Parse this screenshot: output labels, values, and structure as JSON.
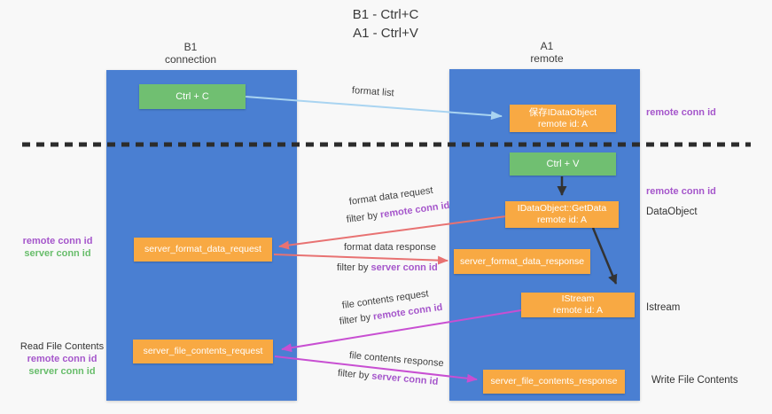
{
  "title": {
    "line1": "B1 - Ctrl+C",
    "line2": "A1 - Ctrl+V"
  },
  "columns": {
    "left": {
      "name": "B1",
      "subtitle": "connection"
    },
    "right": {
      "name": "A1",
      "subtitle": "remote"
    }
  },
  "nodes": {
    "ctrl_c": "Ctrl + C",
    "ctrl_v": "Ctrl + V",
    "save_dataobject": {
      "line1": "保存IDataObject",
      "line2": "remote id: A"
    },
    "getdata": {
      "line1": "IDataObject::GetData",
      "line2": "remote id: A"
    },
    "istream": {
      "line1": "IStream",
      "line2": "remote id: A"
    },
    "server_format_data_request": "server_format_data_request",
    "server_format_data_response": "server_format_data_response",
    "server_file_contents_request": "server_file_contents_request",
    "server_file_contents_response": "server_file_contents_response"
  },
  "labels": {
    "format_list": "format list",
    "format_data_request": "format data request",
    "format_data_response": "format data response",
    "file_contents_request": "file contents request",
    "file_contents_response": "file contents response",
    "filter_by": "filter by ",
    "remote_conn_id": "remote conn id",
    "server_conn_id": "server conn id",
    "dataobject": "DataObject",
    "istream": "Istream",
    "read_file_contents": "Read File Contents",
    "write_file_contents": "Write File Contents"
  },
  "colors": {
    "column_blue": "#4a7fd2",
    "box_green": "#70bf71",
    "box_orange": "#f8a943",
    "arrow_blue": "#a9d4f1",
    "arrow_red": "#e87272",
    "arrow_magenta": "#c84fd2",
    "text_purple": "#a556cb",
    "text_green": "#68bd6b"
  }
}
